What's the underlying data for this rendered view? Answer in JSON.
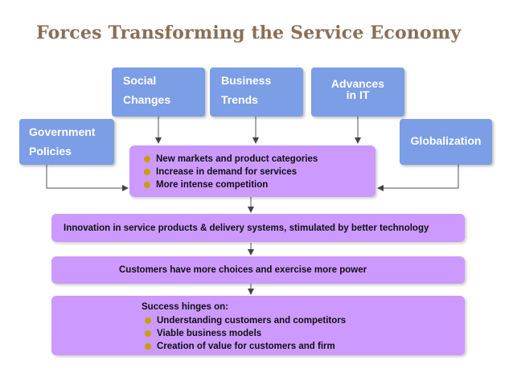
{
  "title": "Forces Transforming the Service Economy",
  "forces": {
    "social": {
      "line1": "Social",
      "line2": "Changes"
    },
    "business": {
      "line1": "Business",
      "line2": "Trends"
    },
    "advances": {
      "line1": "Advances",
      "line2": "in IT"
    },
    "government": {
      "line1": "Government",
      "line2": "Policies"
    },
    "globalization": {
      "line1": "Globalization"
    }
  },
  "impacts": [
    "New markets and product categories",
    "Increase in demand for services",
    "More intense competition"
  ],
  "innovation": "Innovation in service products & delivery systems, stimulated by better technology",
  "customers": "Customers have more choices and exercise more power",
  "success": {
    "heading": "Success hinges on:",
    "items": [
      "Understanding customers and competitors",
      "Viable business models",
      "Creation of value for customers and firm"
    ]
  },
  "colors": {
    "force_fill": "#7b9ee6",
    "box_fill": "#cc99ff",
    "bullet": "#c8a000",
    "title": "#8a6e55"
  }
}
